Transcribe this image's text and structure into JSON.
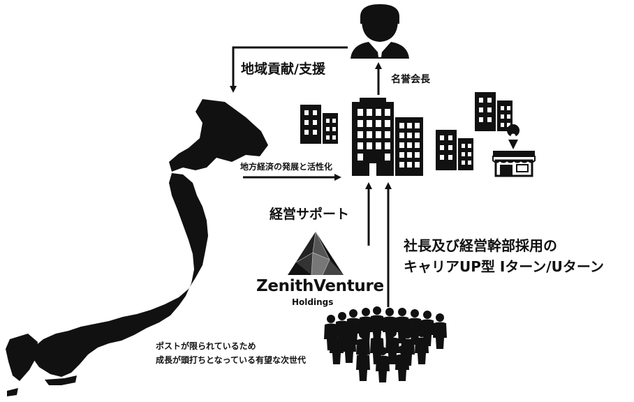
{
  "labels": {
    "regional_contribution": "地域貢献/支援",
    "honorary_chairman": "名誉会長",
    "regional_economy": "地方経済の発展と活性化",
    "management_support": "経営サポート",
    "hiring_line1": "社長及び経営幹部採用の",
    "hiring_line2": "キャリアUP型 Iターン/Uターン",
    "next_gen_line1": "ポストが限られているため",
    "next_gen_line2": "成長が頭打ちとなっている有望な次世代"
  },
  "logo": {
    "name": "ZenithVenture",
    "subtitle": "Holdings"
  },
  "colors": {
    "ink": "#111111",
    "background": "#ffffff"
  },
  "icons": [
    "businessman-icon",
    "office-building-icon",
    "shop-icon",
    "people-crowd-icon",
    "japan-map"
  ]
}
